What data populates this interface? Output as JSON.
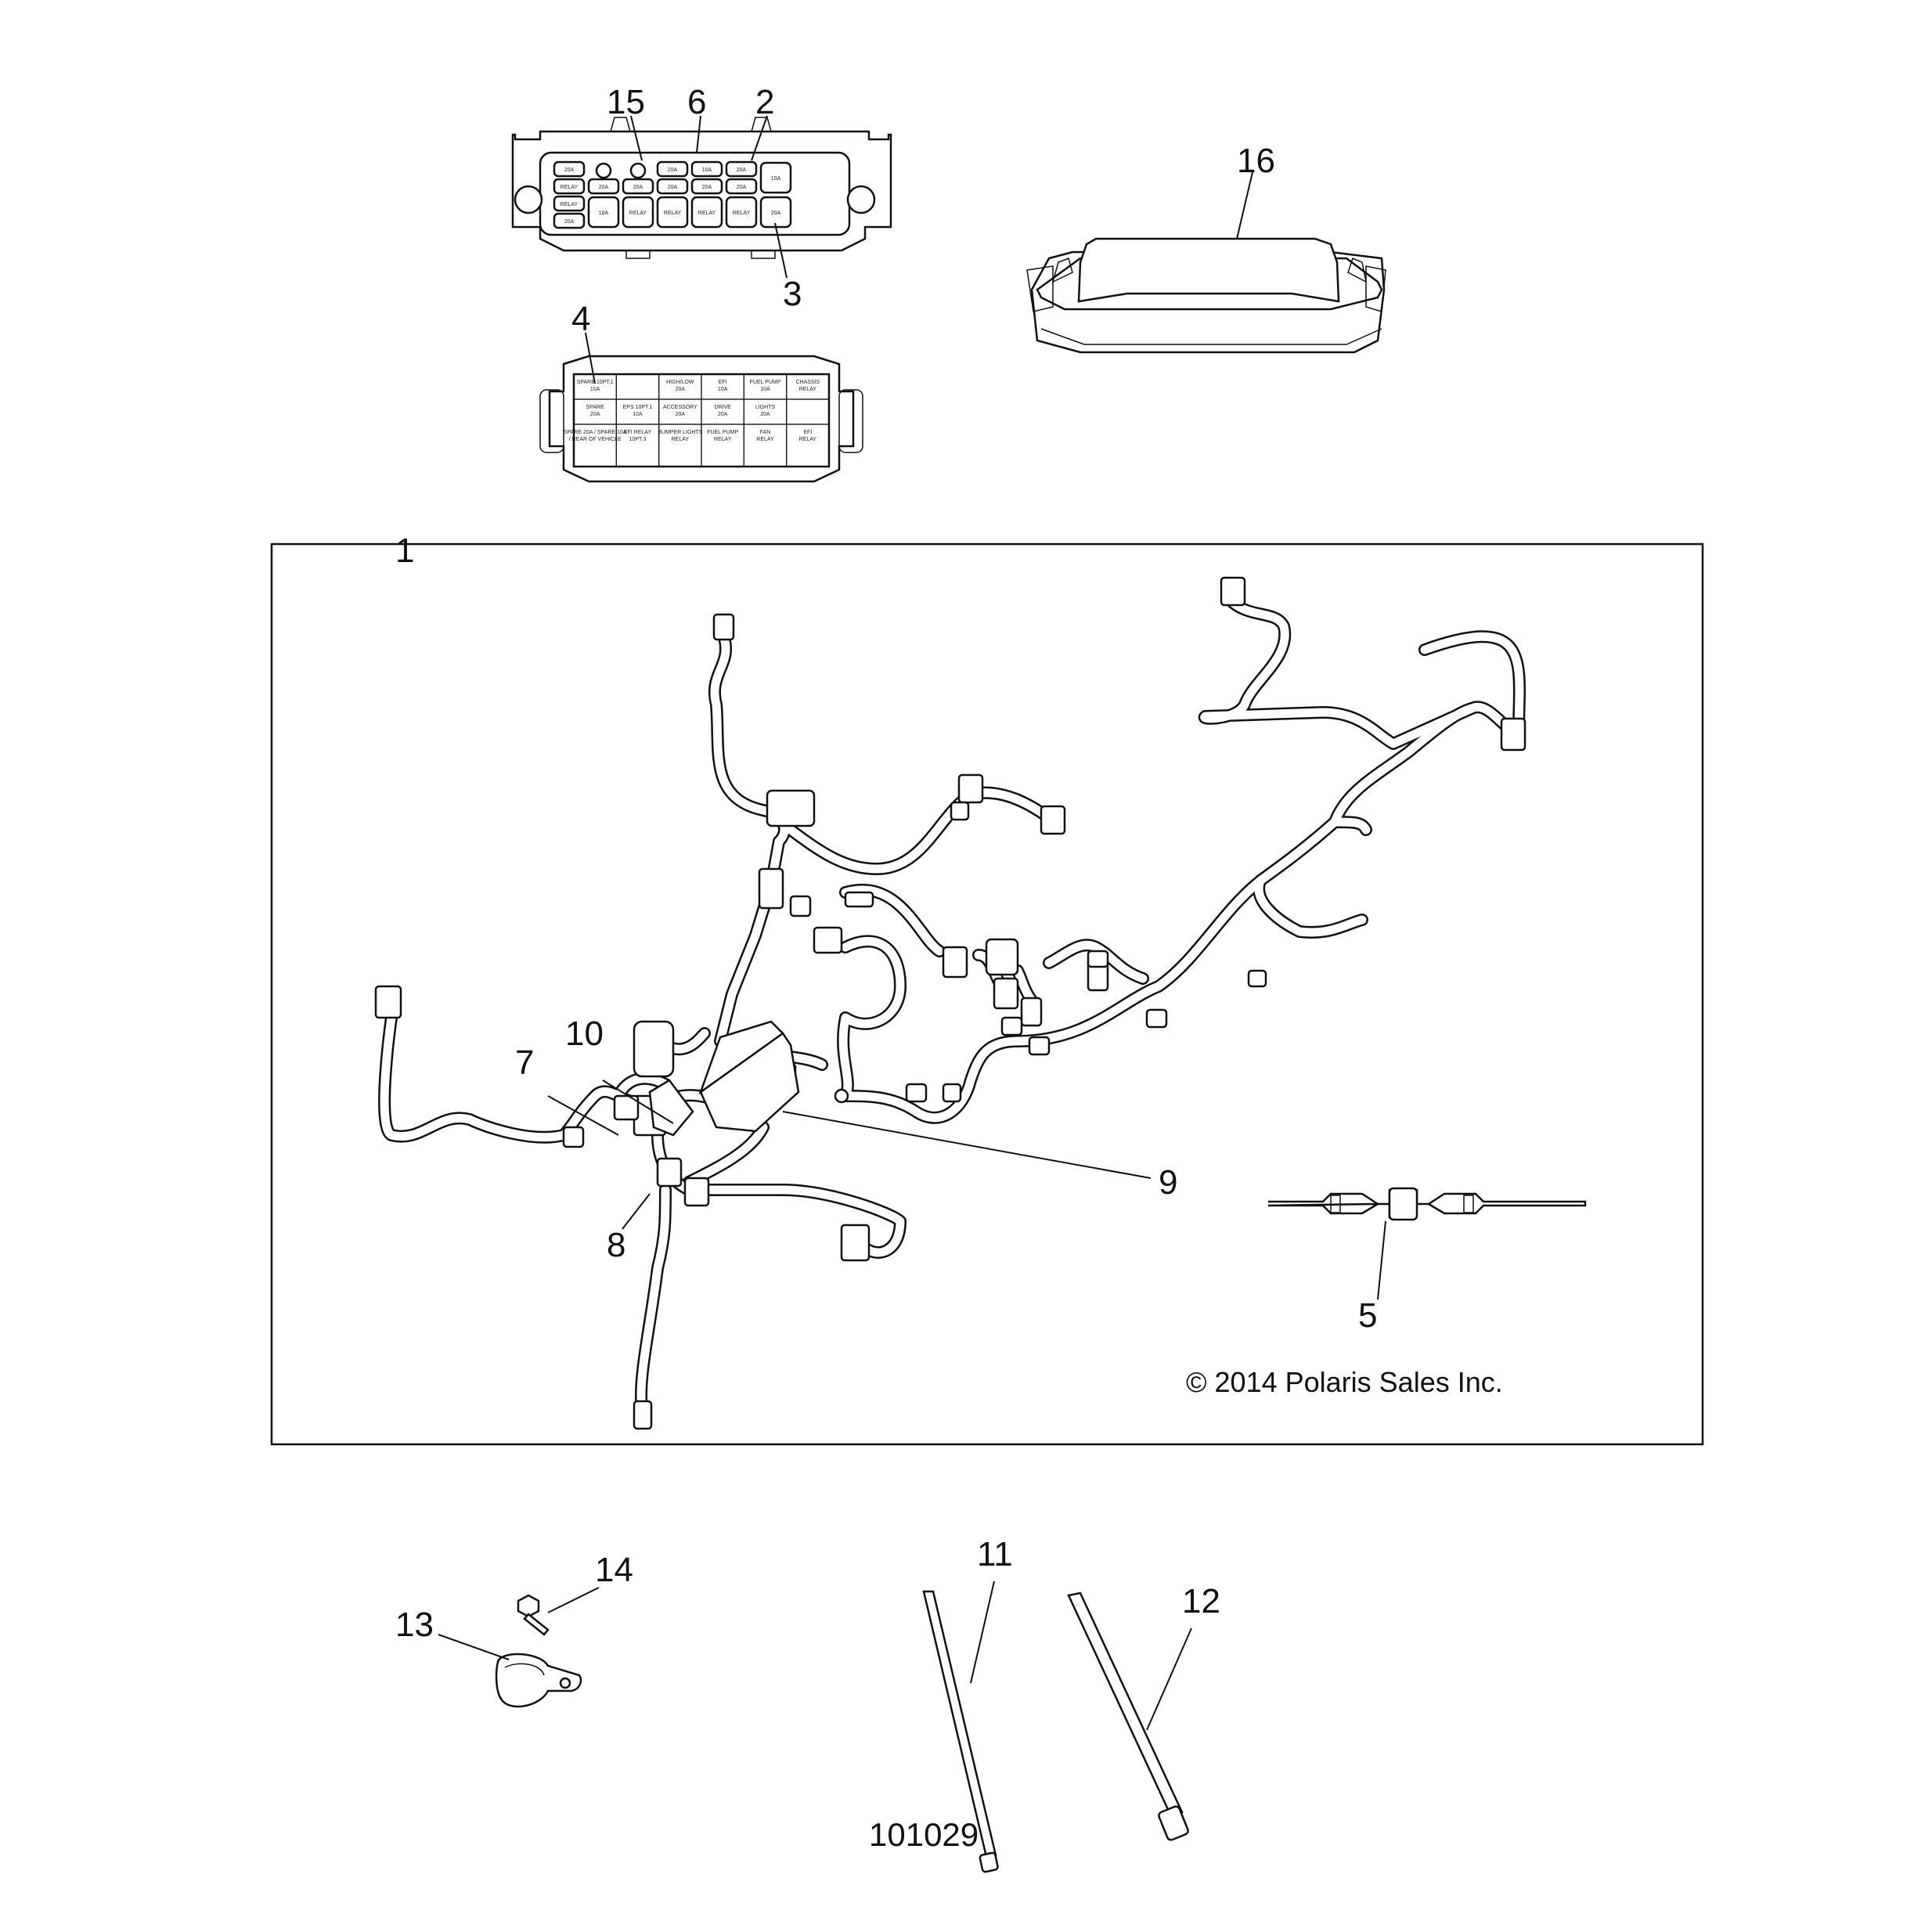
{
  "callouts": {
    "c1": "1",
    "c2": "2",
    "c3": "3",
    "c4": "4",
    "c5": "5",
    "c6": "6",
    "c7": "7",
    "c8": "8",
    "c9": "9",
    "c10": "10",
    "c11": "11",
    "c12": "12",
    "c13": "13",
    "c14": "14",
    "c15": "15",
    "c16": "16"
  },
  "copyright": "© 2014 Polaris Sales Inc.",
  "diagram_number": "101029",
  "fuse_box_top_labels": [
    "20A",
    "20A",
    "10A",
    "20A",
    "10A",
    "RELAY",
    "20A",
    "20A",
    "20A",
    "20A",
    "20A",
    "RELAY",
    "10A",
    "RELAY",
    "RELAY",
    "RELAY",
    "RELAY"
  ],
  "fuse_box_bottom_labels": {
    "r1": [
      "SPARE 10PT.1 10A",
      "",
      "HIGH/LOW 20A",
      "EFI 10A",
      "FUEL PUMP 10A",
      "CHASSIS RELAY"
    ],
    "r2": [
      "SPARE 20A",
      "EPS 10PT.1 10A",
      "ACCESSORY 20A",
      "DRIVE 20A",
      "LIGHTS 20A",
      ""
    ],
    "r3": [
      "SPARE 20A / SPARE 10A / REAR OF VEHICLE",
      "EFI RELAY 10PT.3",
      "BUMPER LIGHTS RELAY",
      "FUEL PUMP RELAY",
      "FAN RELAY",
      "EFI RELAY"
    ]
  }
}
